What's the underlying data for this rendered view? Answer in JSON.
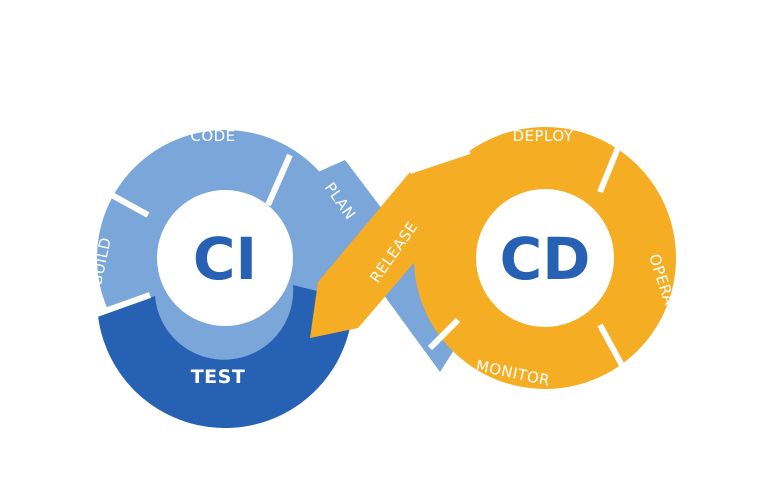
{
  "ci": {
    "hub_label": "CI",
    "stages": {
      "code": "CODE",
      "build": "BUILD",
      "test": "TEST",
      "plan": "PLAN"
    }
  },
  "cd": {
    "hub_label": "CD",
    "stages": {
      "release": "RELEASE",
      "deploy": "DEPLOY",
      "operate": "OPERATE",
      "monitor": "MONITOR"
    }
  },
  "colors": {
    "light_blue": "#7aa6da",
    "dark_blue": "#2761b3",
    "orange": "#f5ad24",
    "hub_text_blue": "#2761b3"
  }
}
